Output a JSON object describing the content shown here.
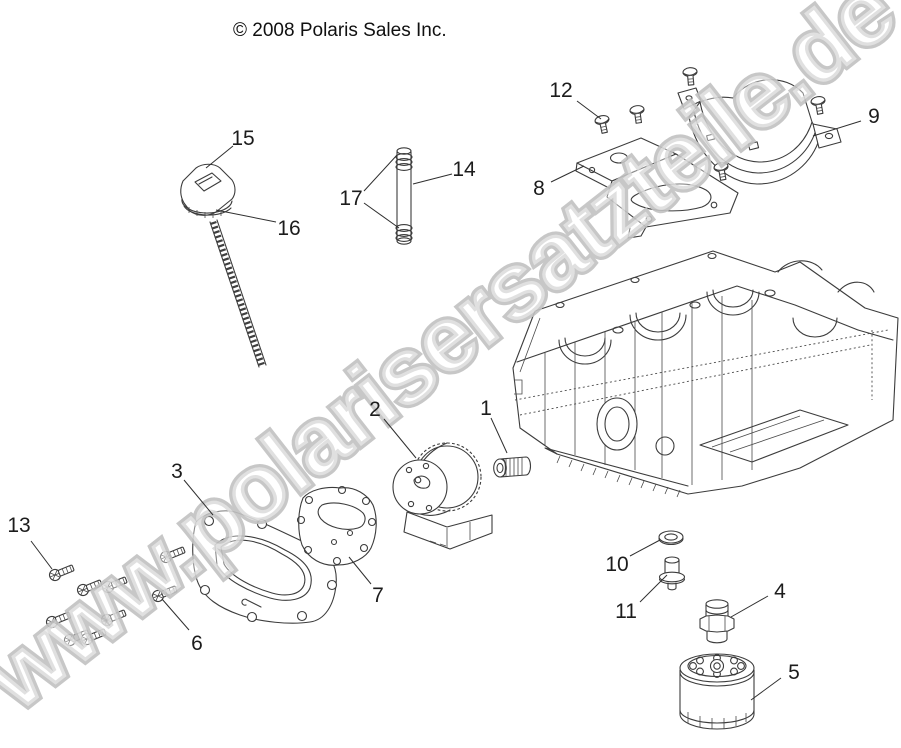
{
  "page": {
    "background": "#ffffff"
  },
  "header": {
    "copyright": "© 2008 Polaris Sales Inc."
  },
  "watermark": {
    "text": "www.polarisersatzteile.de",
    "color": "#c2c2c2"
  },
  "diagram": {
    "callouts": [
      {
        "label": "1"
      },
      {
        "label": "2"
      },
      {
        "label": "3"
      },
      {
        "label": "4"
      },
      {
        "label": "5"
      },
      {
        "label": "6"
      },
      {
        "label": "7"
      },
      {
        "label": "8"
      },
      {
        "label": "9"
      },
      {
        "label": "10"
      },
      {
        "label": "11"
      },
      {
        "label": "12"
      },
      {
        "label": "13"
      },
      {
        "label": "14"
      },
      {
        "label": "15"
      },
      {
        "label": "16"
      },
      {
        "label": "17"
      }
    ]
  },
  "colors": {
    "line": "#3c3c3c",
    "label": "#1c1c1c"
  }
}
